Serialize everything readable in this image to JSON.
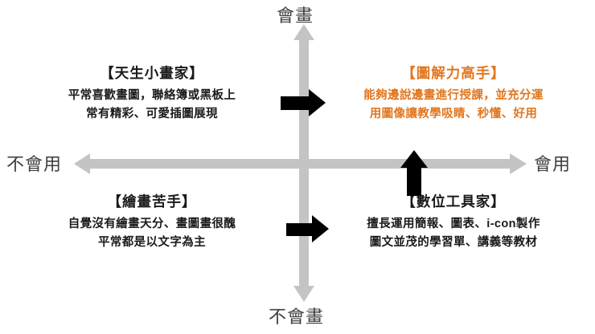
{
  "diagram": {
    "type": "2x2-matrix",
    "accent_color": "#e2761f",
    "axis_color": "#c4c4c4",
    "arrow_color": "#000000",
    "text_color": "#1a1a1a",
    "axes": {
      "vertical": {
        "top_label": "會畫",
        "bottom_label": "不會畫"
      },
      "horizontal": {
        "left_label": "不會用",
        "right_label": "會用"
      }
    },
    "quadrants": [
      {
        "id": "top-left",
        "title": "【天生小畫家】",
        "lines": [
          "平常喜歡畫圖，聯絡簿或黑板上",
          "常有精彩、可愛插圖展現"
        ],
        "highlight": false
      },
      {
        "id": "top-right",
        "title": "【圖解力高手】",
        "lines": [
          "能夠邊說邊畫進行授課，並充分運",
          "用圖像讓教學吸睛、秒懂、好用"
        ],
        "highlight": true
      },
      {
        "id": "bottom-left",
        "title": "【繪畫苦手】",
        "lines": [
          "自覺沒有繪畫天分、畫圖畫很醜",
          "平常都是以文字為主"
        ],
        "highlight": false
      },
      {
        "id": "bottom-right",
        "title": "【數位工具家】",
        "lines": [
          "擅長運用簡報、圖表、i-con製作",
          "圖文並茂的學習單、講義等教材"
        ],
        "highlight": false
      }
    ],
    "transition_arrows": [
      {
        "id": "upper-right-arrow",
        "direction": "right",
        "from": "top-left",
        "to": "top-right"
      },
      {
        "id": "lower-right-arrow",
        "direction": "right",
        "from": "bottom-left",
        "to": "bottom-right"
      },
      {
        "id": "upward-arrow",
        "direction": "up",
        "from": "bottom-right",
        "to": "top-right"
      }
    ]
  }
}
